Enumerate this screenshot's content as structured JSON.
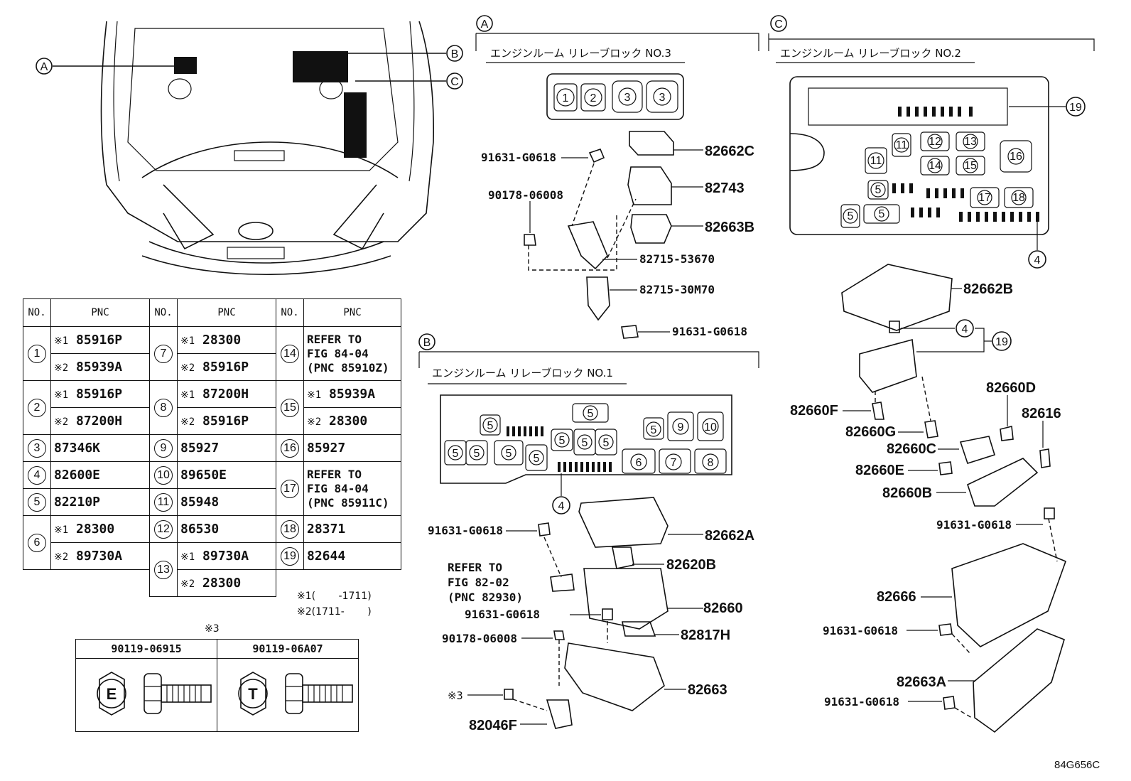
{
  "callouts": {
    "a": "A",
    "b": "B",
    "c": "C"
  },
  "headers": {
    "a": "エンジンルーム リレーブロック NO.3",
    "b": "エンジンルーム リレーブロック NO.1",
    "c": "エンジンルーム リレーブロック NO.2"
  },
  "parts_a": {
    "p1": "91631-G0618",
    "p2": "90178-06008",
    "p3": "82662C",
    "p4": "82743",
    "p5": "82663B",
    "p6": "82715-53670",
    "p7": "82715-30M70",
    "p8": "91631-G0618"
  },
  "parts_b": {
    "p1": "91631-G0618",
    "p2": "82662A",
    "p3": "82620B",
    "p4": "REFER TO",
    "p5": "FIG 82-02",
    "p6": "(PNC 82930)",
    "p7": "91631-G0618",
    "p8": "82660",
    "p9": "82817H",
    "p10": "90178-06008",
    "p11": "82663",
    "p12": "※3",
    "p13": "82046F"
  },
  "parts_c": {
    "p1": "82662B",
    "p2": "82660F",
    "p3": "82660G",
    "p4": "82660D",
    "p5": "82616",
    "p6": "82660C",
    "p7": "82660E",
    "p8": "82660B",
    "p9": "91631-G0618",
    "p10": "82666",
    "p11": "91631-G0618",
    "p12": "82663A",
    "p13": "91631-G0618"
  },
  "table": {
    "h_no": "NO.",
    "h_pnc": "PNC",
    "r1": {
      "no": "1",
      "a_mk": "※1",
      "a": "85916P",
      "b_mk": "※2",
      "b": "85939A"
    },
    "r2": {
      "no": "2",
      "a_mk": "※1",
      "a": "85916P",
      "b_mk": "※2",
      "b": "87200H"
    },
    "r3": {
      "no": "3",
      "a": "87346K"
    },
    "r4": {
      "no": "4",
      "a": "82600E"
    },
    "r5": {
      "no": "5",
      "a": "82210P"
    },
    "r6": {
      "no": "6",
      "a_mk": "※1",
      "a": "28300",
      "b_mk": "※2",
      "b": "89730A"
    },
    "r7": {
      "no": "7",
      "a_mk": "※1",
      "a": "28300",
      "b_mk": "※2",
      "b": "85916P"
    },
    "r8": {
      "no": "8",
      "a_mk": "※1",
      "a": "87200H",
      "b_mk": "※2",
      "b": "85916P"
    },
    "r9": {
      "no": "9",
      "a": "85927"
    },
    "r10": {
      "no": "10",
      "a": "89650E"
    },
    "r11": {
      "no": "11",
      "a": "85948"
    },
    "r12": {
      "no": "12",
      "a": "86530"
    },
    "r13": {
      "no": "13",
      "a_mk": "※1",
      "a": "89730A",
      "b_mk": "※2",
      "b": "28300"
    },
    "r14": {
      "no": "14",
      "l1": "REFER TO",
      "l2": "FIG 84-04",
      "l3": "(PNC 85910Z)"
    },
    "r15": {
      "no": "15",
      "a_mk": "※1",
      "a": "85939A",
      "b_mk": "※2",
      "b": "28300"
    },
    "r16": {
      "no": "16",
      "a": "85927"
    },
    "r17": {
      "no": "17",
      "l1": "REFER TO",
      "l2": "FIG 84-04",
      "l3": "(PNC 85911C)"
    },
    "r18": {
      "no": "18",
      "a": "28371"
    },
    "r19": {
      "no": "19",
      "a": "82644"
    }
  },
  "notes": {
    "n1": "※1(　　 -1711)",
    "n2": "※2(1711-　　 )",
    "n3": "※3"
  },
  "bolts": {
    "a": "90119-06915",
    "b": "90119-06A07",
    "a_sym": "E",
    "b_sym": "T"
  },
  "code": "84G656C"
}
